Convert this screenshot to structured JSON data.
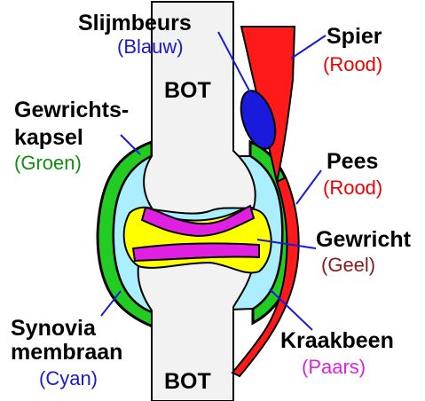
{
  "labels": {
    "slijmbeurs": {
      "name": "Slijmbeurs",
      "color_name": "(Blauw)"
    },
    "spier": {
      "name": "Spier",
      "color_name": "(Rood)"
    },
    "gewrichtskapsel": {
      "line1": "Gewrichts-",
      "line2": "kapsel",
      "color_name": "(Groen)"
    },
    "pees": {
      "name": "Pees",
      "color_name": "(Rood)"
    },
    "gewricht": {
      "name": "Gewricht",
      "color_name": "(Geel)"
    },
    "synovia": {
      "line1": "Synovia",
      "line2": "membraan",
      "color_name": "(Cyan)"
    },
    "kraakbeen": {
      "name": "Kraakbeen",
      "color_name": "(Paars)"
    },
    "bot_top": "BOT",
    "bot_bottom": "BOT"
  },
  "colors": {
    "blauw": "#1a1adc",
    "rood": "#ff1a1a",
    "groen": "#12a012",
    "geel": "#ffff00",
    "cyan": "#aaeeff",
    "paars": "#e020e0",
    "bot": "#f0f0f0",
    "capsule": "#22cc22",
    "text_label": "#000000",
    "text_blue": "#1a1acc",
    "text_red": "#ee0000",
    "text_green": "#109010",
    "text_brown": "#8b1a1a",
    "text_purple": "#dd22dd"
  }
}
